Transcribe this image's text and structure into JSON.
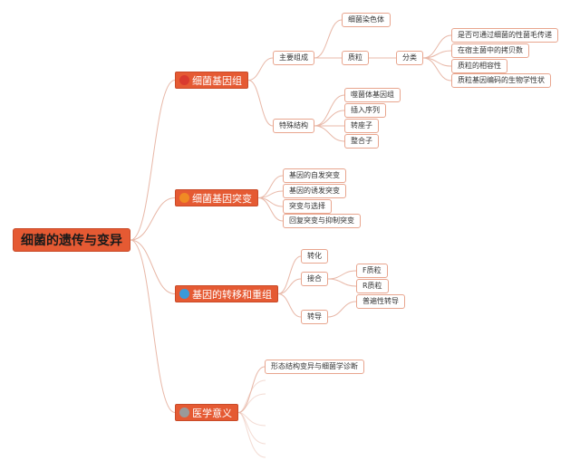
{
  "root": "细菌的遗传与变异",
  "branches": [
    {
      "label": "细菌基因组",
      "badge": "red-circle-icon",
      "children": [
        {
          "label": "主要组成",
          "children": [
            {
              "label": "细菌染色体"
            },
            {
              "label": "质粒",
              "children": [
                {
                  "label": "分类",
                  "children": [
                    {
                      "label": "是否可通过细菌的性菌毛传递"
                    },
                    {
                      "label": "在宿主菌中的拷贝数"
                    },
                    {
                      "label": "质粒的相容性"
                    },
                    {
                      "label": "质粒基因编码的生物学性状"
                    }
                  ]
                }
              ]
            }
          ]
        },
        {
          "label": "特殊结构",
          "children": [
            {
              "label": "噬菌体基因组"
            },
            {
              "label": "插入序列"
            },
            {
              "label": "转座子"
            },
            {
              "label": "整合子"
            }
          ]
        }
      ]
    },
    {
      "label": "细菌基因突变",
      "badge": "orange-circle-icon",
      "children": [
        {
          "label": "基因的自发突变"
        },
        {
          "label": "基因的诱发突变"
        },
        {
          "label": "突变与选择"
        },
        {
          "label": "回复突变与抑制突变"
        }
      ]
    },
    {
      "label": "基因的转移和重组",
      "badge": "blue-circle-icon",
      "children": [
        {
          "label": "转化"
        },
        {
          "label": "接合",
          "children": [
            {
              "label": "F质粒"
            },
            {
              "label": "R质粒"
            }
          ]
        },
        {
          "label": "转导",
          "children": [
            {
              "label": "普遍性转导"
            }
          ]
        }
      ]
    },
    {
      "label": "医学意义",
      "badge": "gray-circle-icon",
      "children": [
        {
          "label": "形态结构变异与细菌学诊断"
        }
      ]
    }
  ],
  "colors": {
    "node_fill": "#e55a33",
    "leaf_border": "#e8a58e",
    "connector": "#e8b8a8",
    "badge_red": "#d93a2e",
    "badge_orange": "#f08a24",
    "badge_blue": "#3a9ad9",
    "badge_gray": "#9a9a9a"
  }
}
